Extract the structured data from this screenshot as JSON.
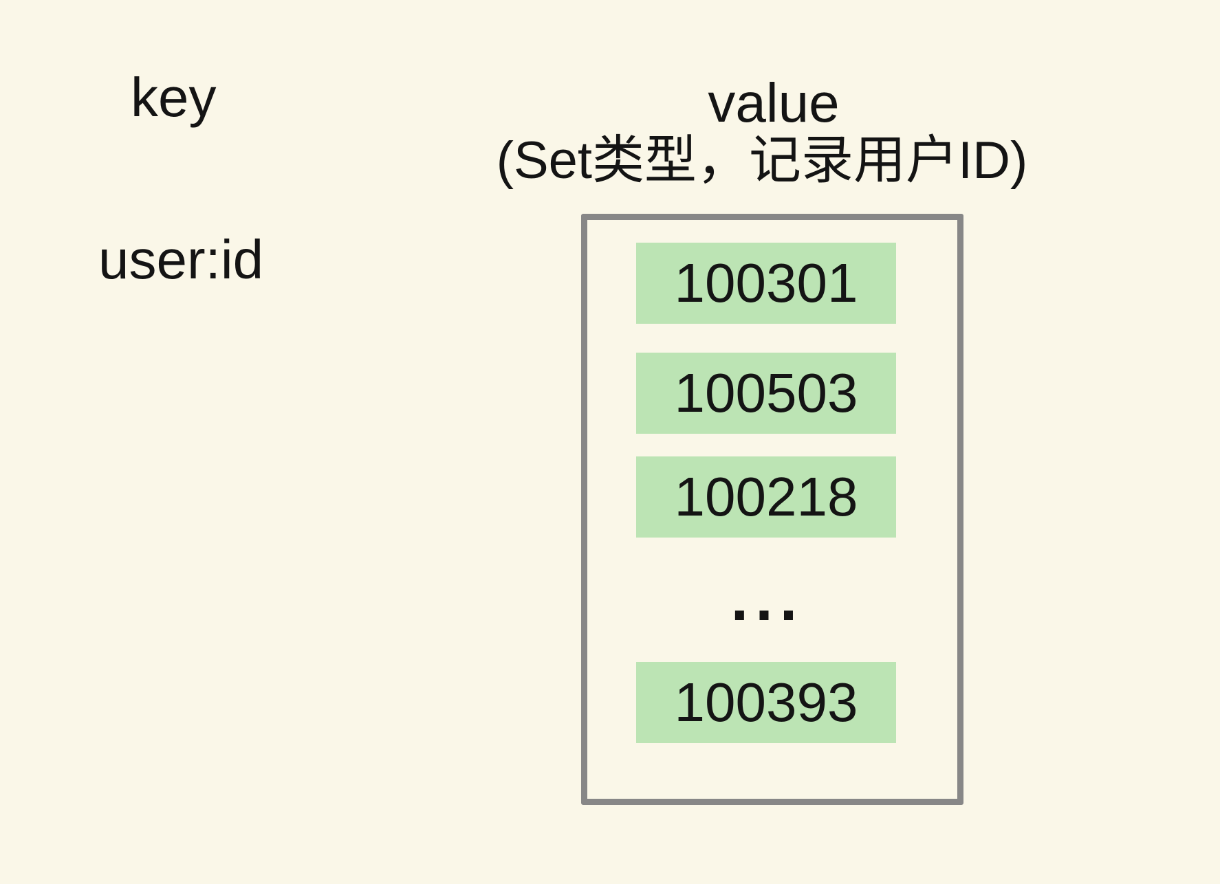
{
  "colors": {
    "background": "#FAF7E8",
    "member_bg": "#BCE4B4",
    "box_border": "#878787",
    "text": "#141414"
  },
  "key_column": {
    "header": "key",
    "key": "user:id"
  },
  "value_column": {
    "header": "value",
    "subtitle": "(Set类型，记录用户ID)",
    "set_box": {
      "members": [
        "100301",
        "100503",
        "100218",
        "100393"
      ],
      "ellipsis": "..."
    }
  }
}
